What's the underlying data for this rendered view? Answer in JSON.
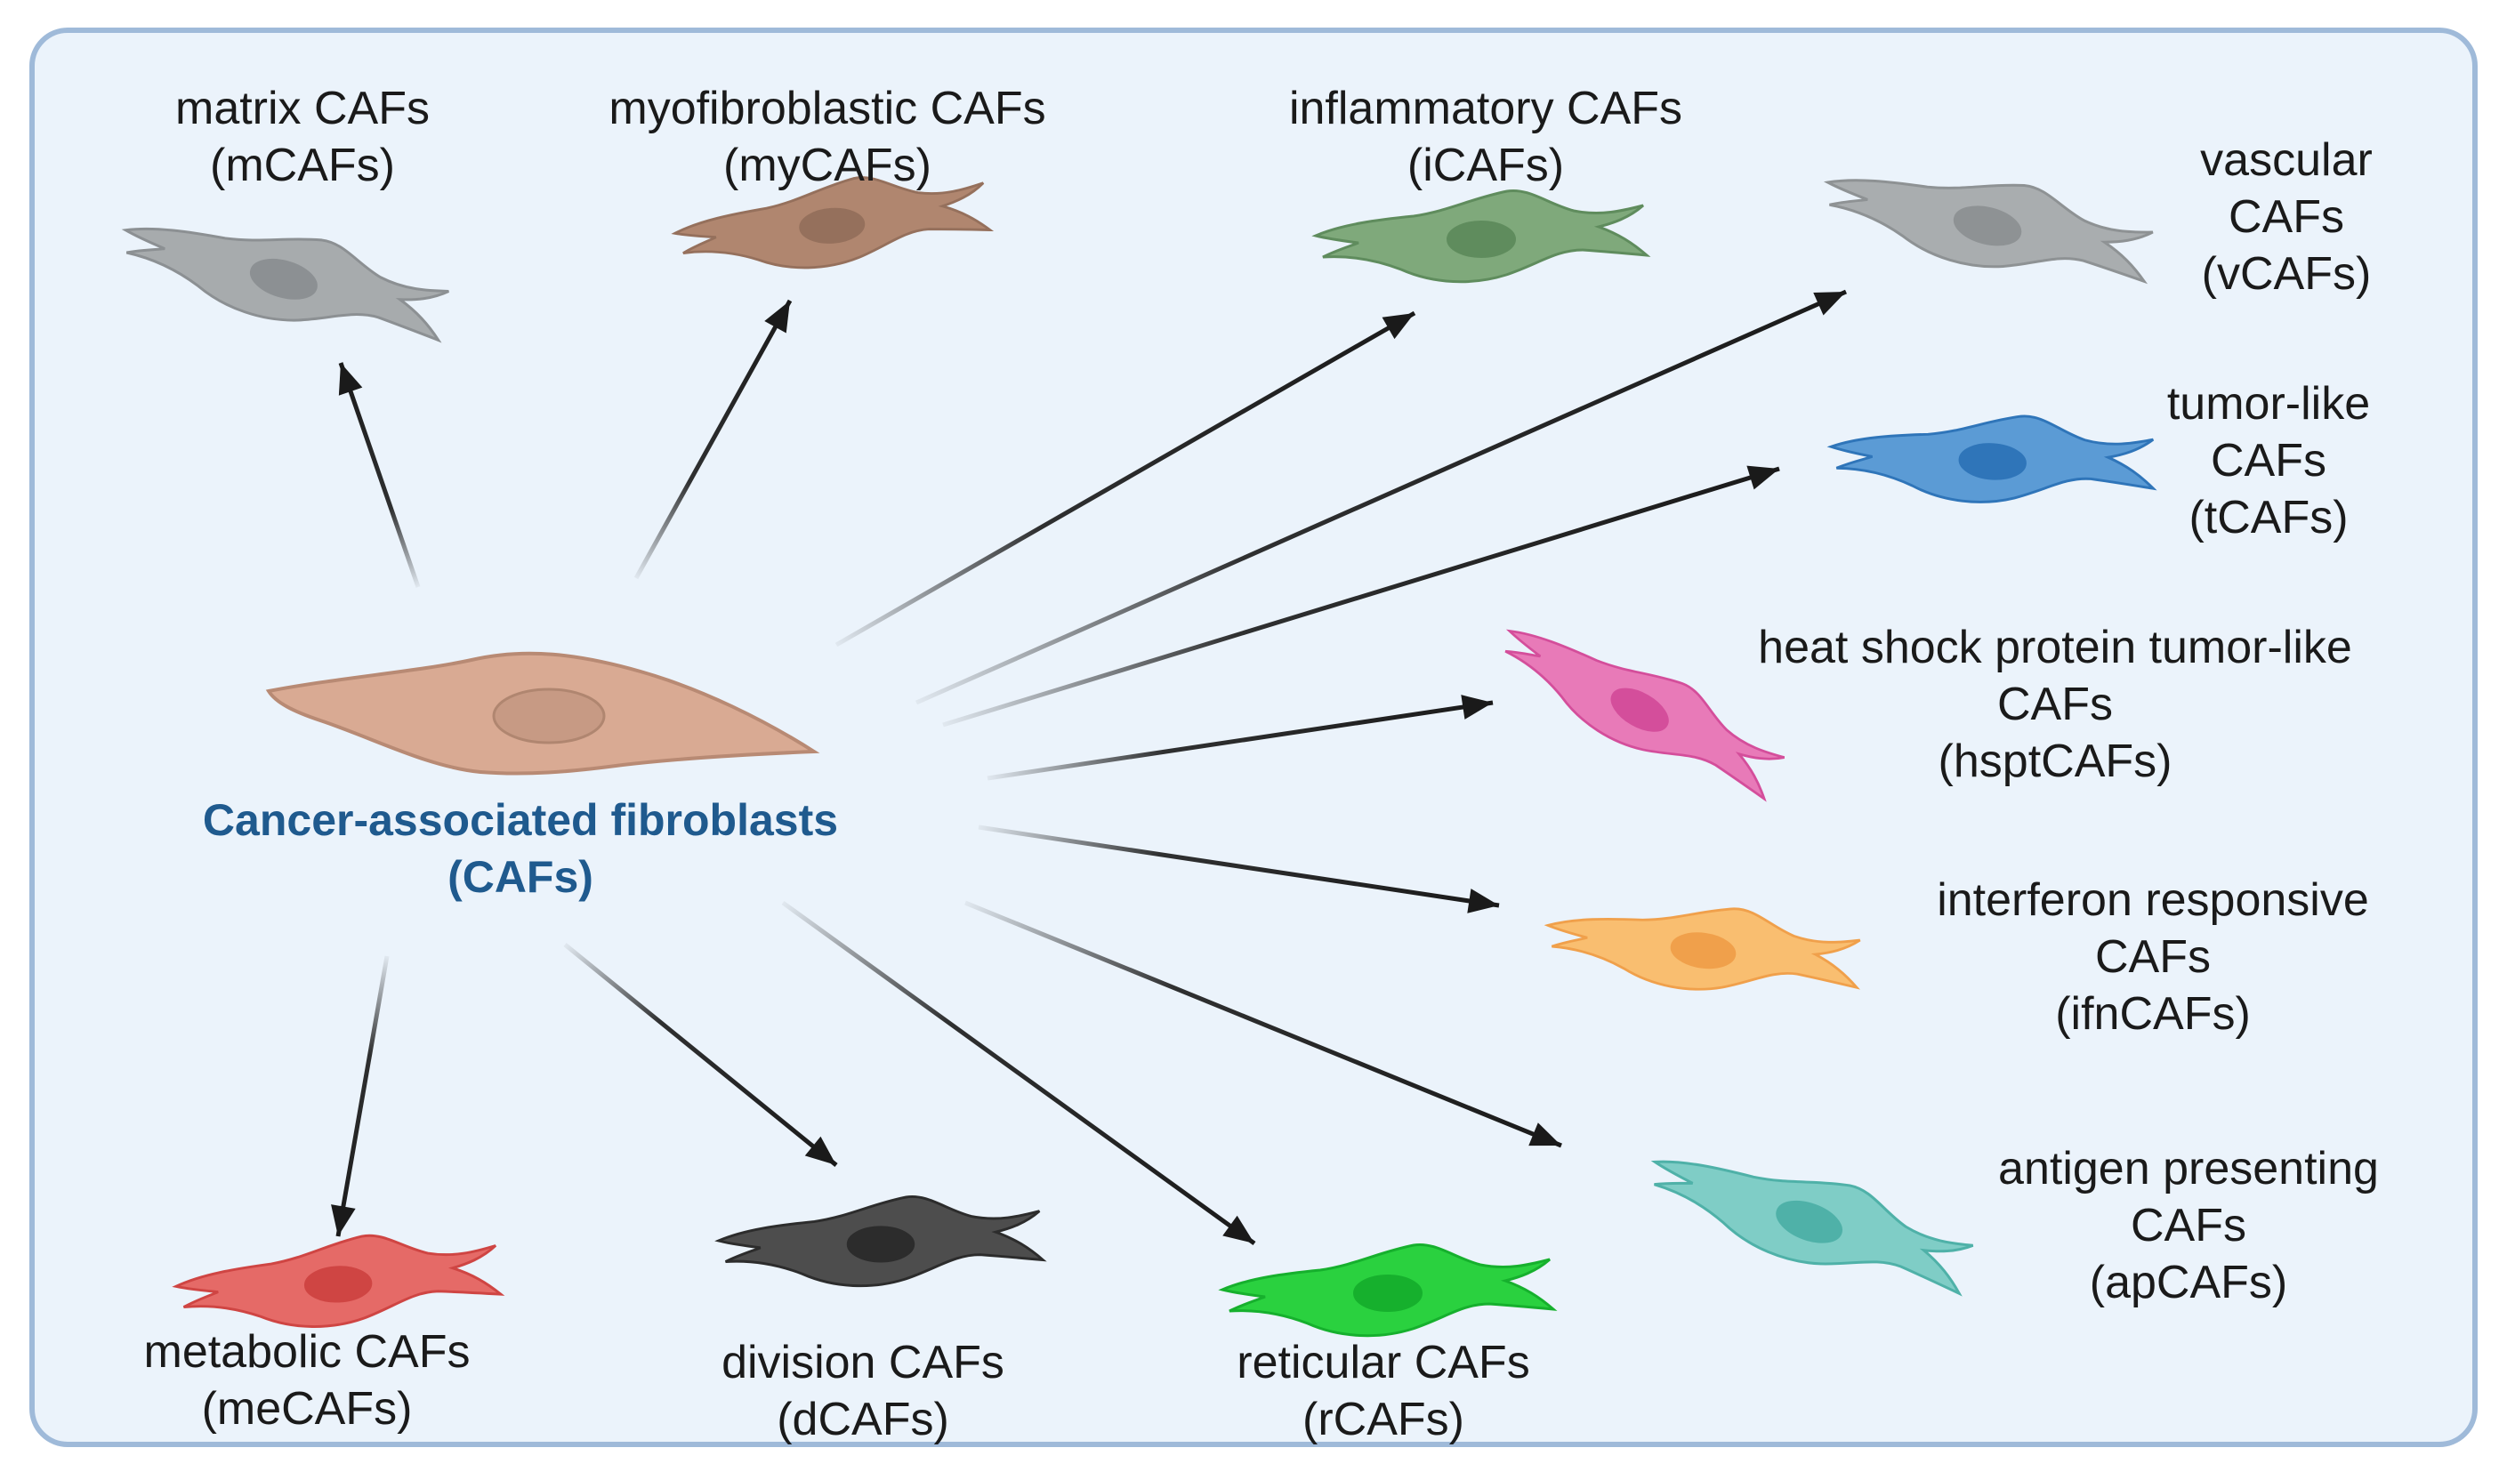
{
  "center": {
    "name": "Cancer-associated fibroblasts",
    "abbr": "(CAFs)",
    "fill": "#d9aa93",
    "nucleus": "#c79a84",
    "text_color": "#1f5a8e"
  },
  "subtypes": [
    {
      "id": "mcafs",
      "lines": [
        "matrix CAFs",
        "(mCAFs)"
      ],
      "fill": "#a7abad",
      "nucleus": "#8c9093"
    },
    {
      "id": "mycafs",
      "lines": [
        "myofibroblastic CAFs",
        "(myCAFs)"
      ],
      "fill": "#b0866f",
      "nucleus": "#95705c"
    },
    {
      "id": "icafs",
      "lines": [
        "inflammatory CAFs",
        "(iCAFs)"
      ],
      "fill": "#7fa97b",
      "nucleus": "#5f8c5d"
    },
    {
      "id": "vcafs",
      "lines": [
        "vascular",
        "CAFs",
        "(vCAFs)"
      ],
      "fill": "#a9adaf",
      "nucleus": "#8e9294"
    },
    {
      "id": "tcafs",
      "lines": [
        "tumor-like",
        "CAFs",
        "(tCAFs)"
      ],
      "fill": "#5b9bd5",
      "nucleus": "#2f75b9"
    },
    {
      "id": "hsptcafs",
      "lines": [
        "heat shock protein tumor-like",
        "CAFs",
        "(hsptCAFs)"
      ],
      "fill": "#e87ab8",
      "nucleus": "#d44e9b"
    },
    {
      "id": "ifncafs",
      "lines": [
        "interferon responsive",
        "CAFs",
        "(ifnCAFs)"
      ],
      "fill": "#f9be70",
      "nucleus": "#f0a04b"
    },
    {
      "id": "apcafs",
      "lines": [
        "antigen presenting",
        "CAFs",
        "(apCAFs)"
      ],
      "fill": "#7fcdc6",
      "nucleus": "#4fb1a8"
    },
    {
      "id": "rcafs",
      "lines": [
        "reticular CAFs",
        "(rCAFs)"
      ],
      "fill": "#2ad13f",
      "nucleus": "#16b02d"
    },
    {
      "id": "dcafs",
      "lines": [
        "division CAFs",
        "(dCAFs)"
      ],
      "fill": "#4d4d4d",
      "nucleus": "#2c2c2c"
    },
    {
      "id": "mecafs",
      "lines": [
        "metabolic CAFs",
        "(meCAFs)"
      ],
      "fill": "#e56a67",
      "nucleus": "#cf4543"
    }
  ],
  "colors": {
    "panel_bg": "#ebf3fb",
    "panel_border": "#9fbad9",
    "arrow": "#1a1a1a"
  }
}
